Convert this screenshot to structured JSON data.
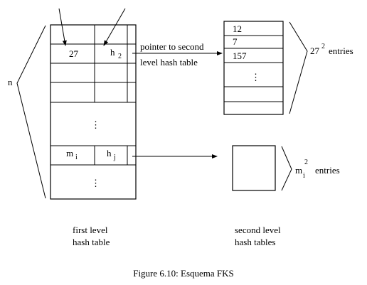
{
  "first_table": {
    "row1": {
      "key": "27",
      "hash_base": "h",
      "hash_sub": "2"
    },
    "rowi": {
      "key_base": "m",
      "key_sub": "i",
      "hash_base": "h",
      "hash_sub": "j"
    },
    "dots": "⋮",
    "n_label": "n",
    "label_line1": "first level",
    "label_line2": "hash table"
  },
  "pointer_label": {
    "line1": "pointer to second",
    "line2": "level hash table"
  },
  "second_table_top": {
    "values": [
      "12",
      "7",
      "157"
    ],
    "dots": "⋮",
    "entries_base": "27",
    "entries_exp": "2",
    "entries_word": "entries"
  },
  "second_table_bottom": {
    "entries_base": "m",
    "entries_sub": "i",
    "entries_exp": "2",
    "entries_word": "entries"
  },
  "second_label": {
    "line1": "second level",
    "line2": "hash tables"
  },
  "caption": "Figure 6.10: Esquema FKS"
}
